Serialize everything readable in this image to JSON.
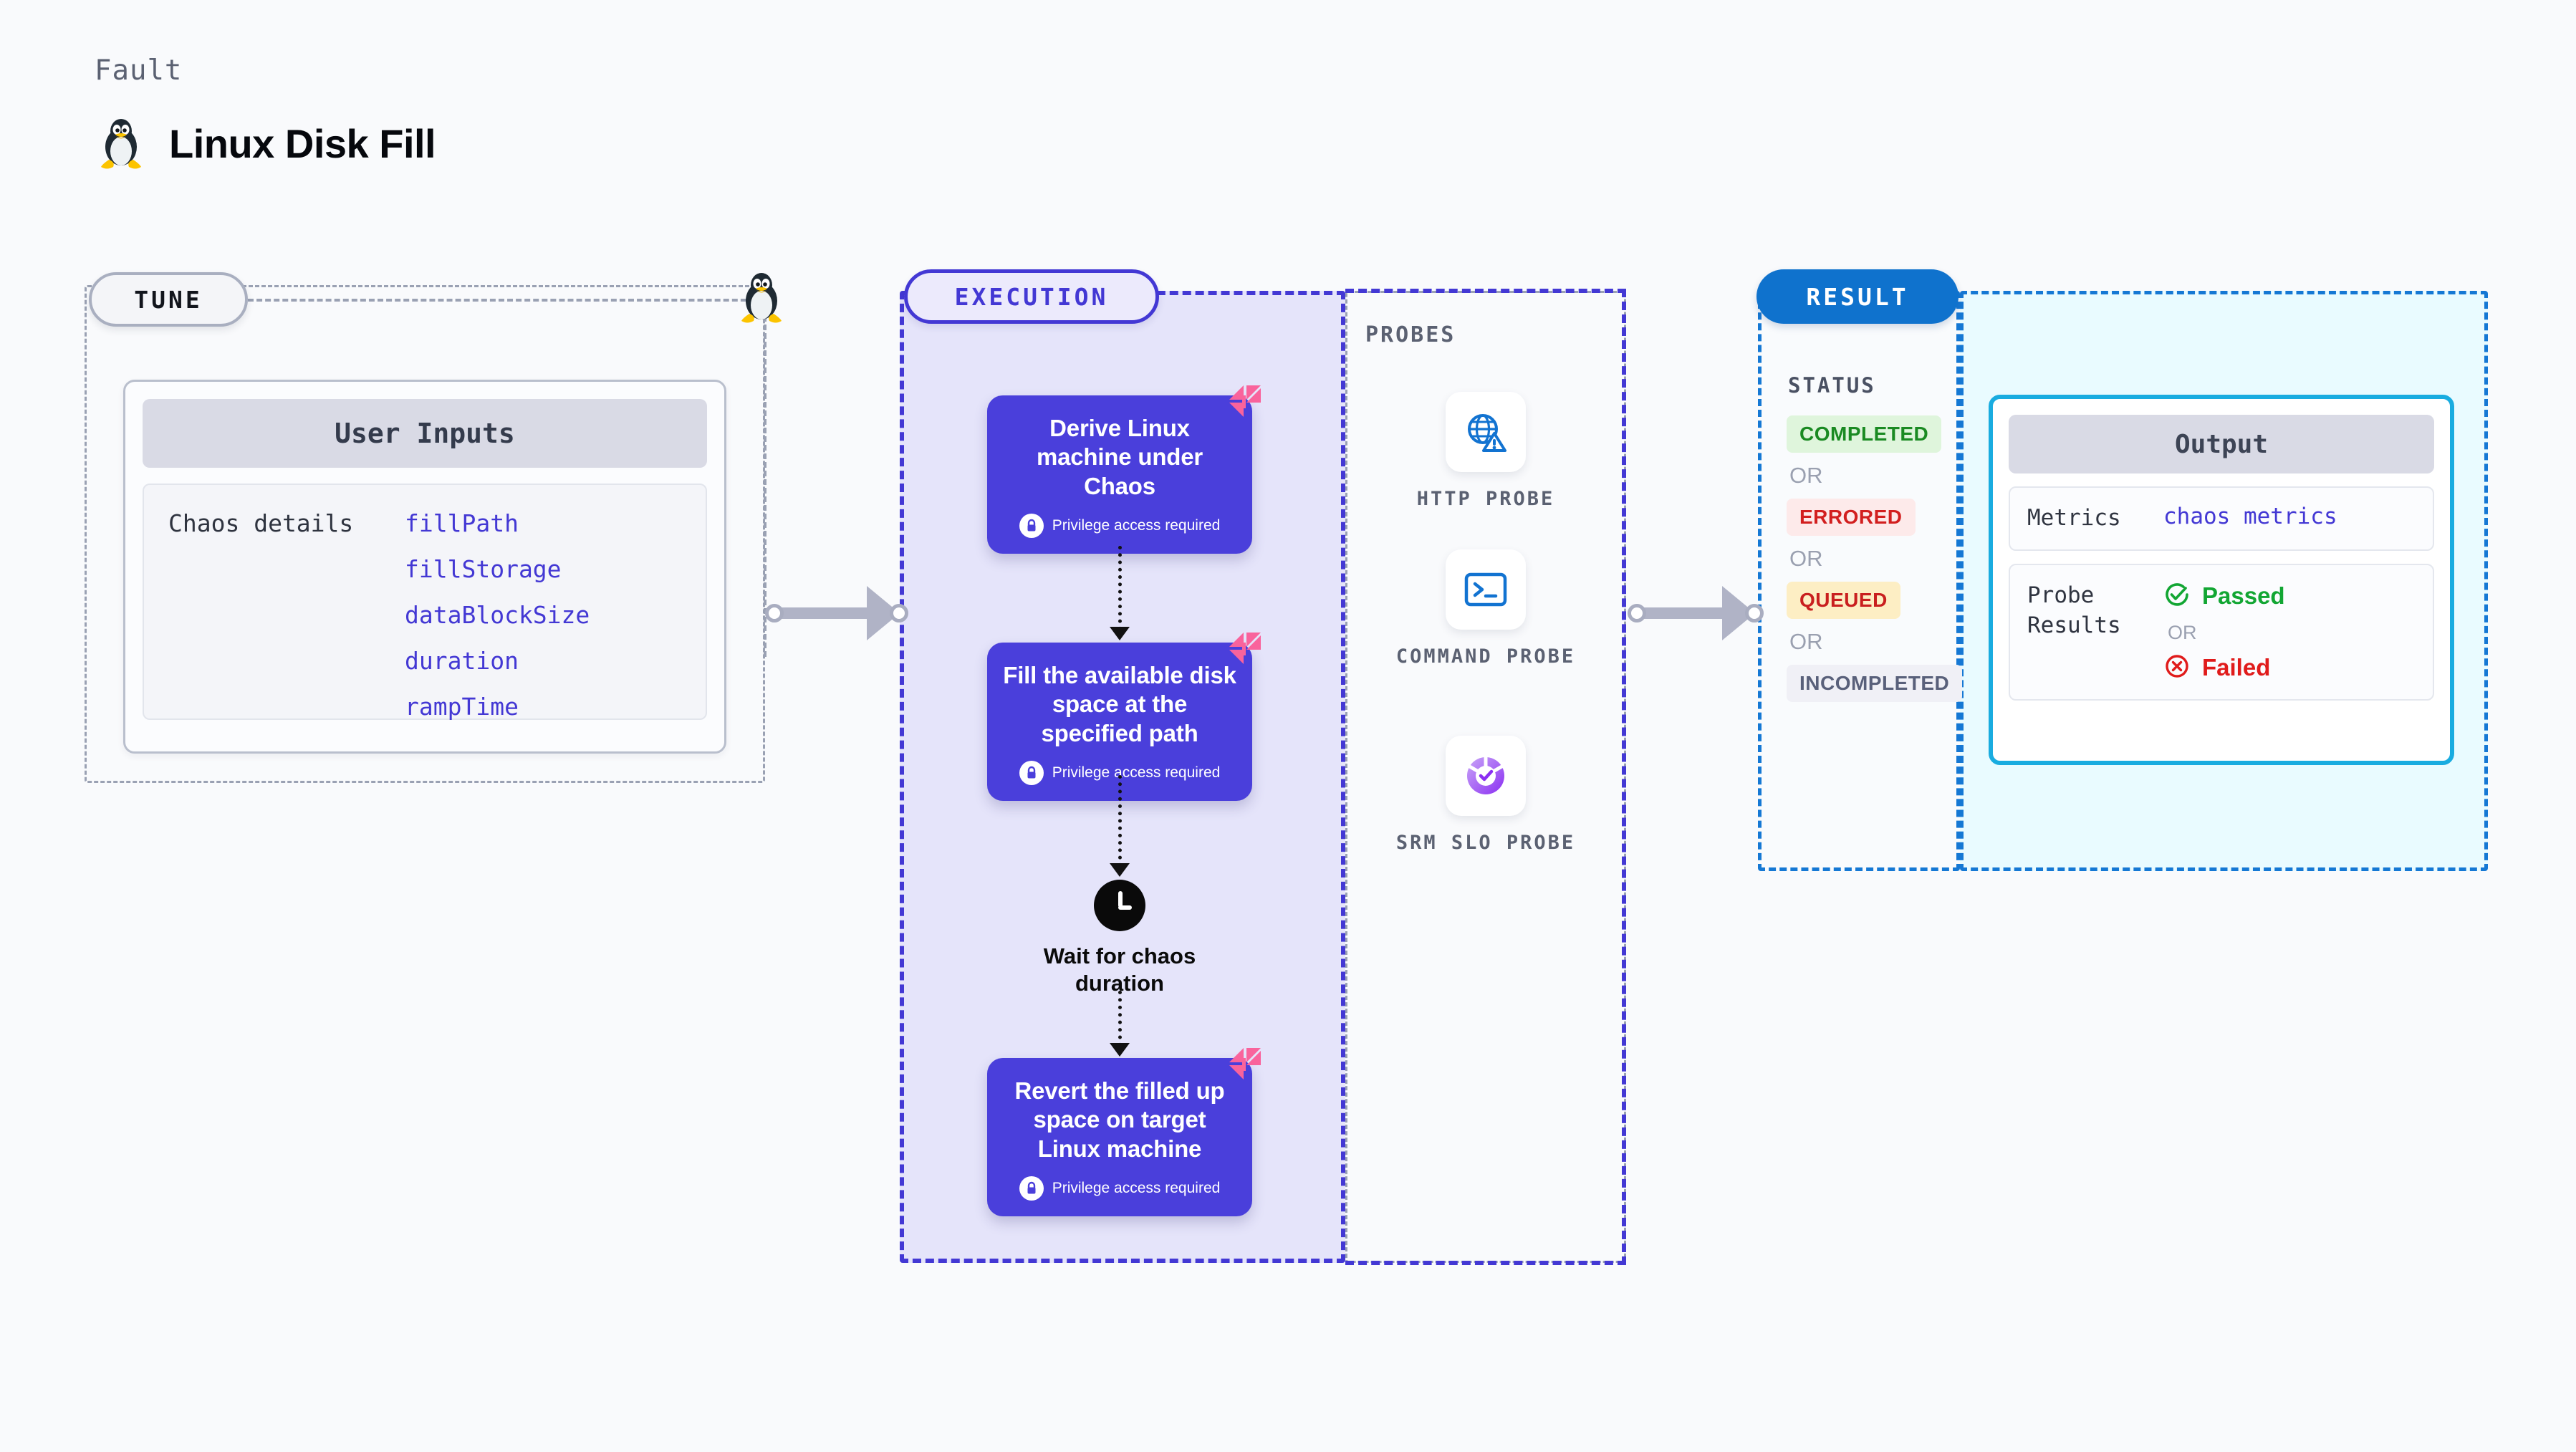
{
  "header": {
    "eyebrow": "Fault",
    "title": "Linux Disk Fill",
    "icon": "linux-penguin-icon"
  },
  "tune": {
    "pill_label": "TUNE",
    "card_title": "User Inputs",
    "section_label": "Chaos details",
    "inputs": [
      "fillPath",
      "fillStorage",
      "dataBlockSize",
      "duration",
      "rampTime"
    ]
  },
  "execution": {
    "pill_label": "EXECUTION",
    "privilege_note": "Privilege access required",
    "steps": [
      {
        "title": "Derive Linux machine under Chaos",
        "privileged": true,
        "badge": "chaos-ribbon-icon"
      },
      {
        "title": "Fill the available disk space at the specified path",
        "privileged": true,
        "badge": "chaos-ribbon-icon"
      }
    ],
    "wait": {
      "label": "Wait for chaos duration",
      "icon": "clock-icon"
    },
    "final_step": {
      "title": "Revert the filled up space on target Linux machine",
      "privileged": true,
      "badge": "chaos-ribbon-icon"
    }
  },
  "probes": {
    "title": "PROBES",
    "items": [
      {
        "label": "HTTP PROBE",
        "icon": "globe-warning-icon"
      },
      {
        "label": "COMMAND PROBE",
        "icon": "terminal-icon"
      },
      {
        "label": "SRM SLO PROBE",
        "icon": "slo-donut-check-icon"
      }
    ]
  },
  "result": {
    "pill_label": "RESULT",
    "status_title": "STATUS",
    "or_label": "OR",
    "statuses": [
      {
        "label": "COMPLETED",
        "color": "#1a8a22",
        "bg": "#dff5dc"
      },
      {
        "label": "ERRORED",
        "color": "#d21f1f",
        "bg": "#fdeaea"
      },
      {
        "label": "QUEUED",
        "color": "#c91f1f",
        "bg": "#fdeec4"
      },
      {
        "label": "INCOMPLETED",
        "color": "#59607a",
        "bg": "#f0f0f6"
      }
    ],
    "output": {
      "card_title": "Output",
      "metrics_key": "Metrics",
      "metrics_value": "chaos metrics",
      "probe_results_key": "Probe Results",
      "passed_label": "Passed",
      "failed_label": "Failed",
      "or_label": "OR"
    }
  },
  "colors": {
    "accent_purple": "#4338d4",
    "accent_blue": "#0f72cd",
    "accent_cyan": "#19ace0",
    "ribbon_pink": "#f9639c",
    "page_bg": "#f9fafc"
  }
}
